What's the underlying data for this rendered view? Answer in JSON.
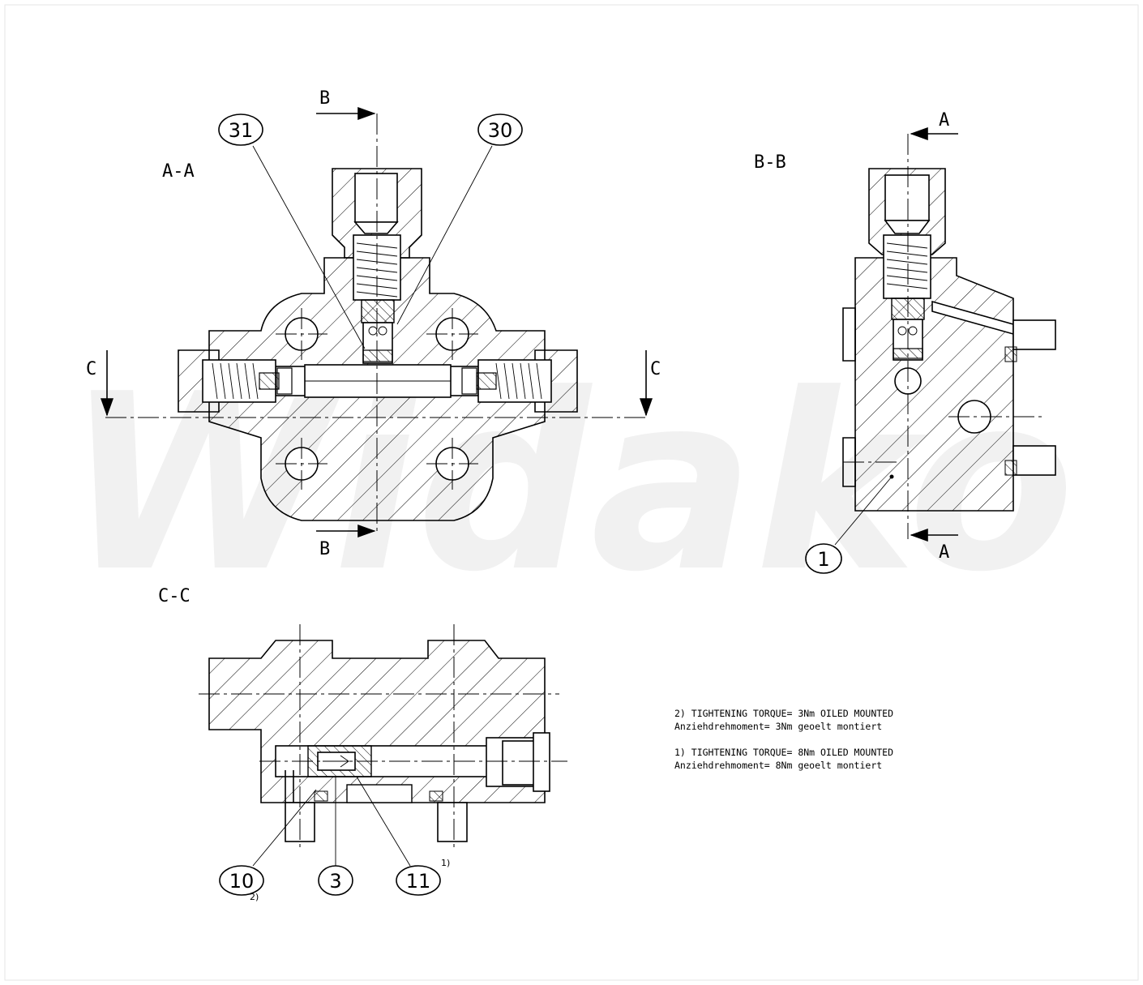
{
  "views": {
    "aa": "A-A",
    "bb": "B-B",
    "cc": "C-C"
  },
  "section_markers": {
    "b_top": "B",
    "b_bottom": "B",
    "a_top": "A",
    "a_bottom": "A",
    "c_left": "C",
    "c_right": "C"
  },
  "callouts": [
    {
      "id": "31",
      "note": ""
    },
    {
      "id": "30",
      "note": ""
    },
    {
      "id": "1",
      "note": ""
    },
    {
      "id": "10",
      "note": "2)"
    },
    {
      "id": "3",
      "note": ""
    },
    {
      "id": "11",
      "note": "1)"
    }
  ],
  "notes": [
    {
      "en": "2) TIGHTENING TORQUE= 3Nm OILED MOUNTED",
      "de": "Anziehdrehmoment= 3Nm geoelt montiert"
    },
    {
      "en": "1) TIGHTENING TORQUE= 8Nm OILED MOUNTED",
      "de": "Anziehdrehmoment= 8Nm geoelt montiert"
    }
  ],
  "watermark": "Widako"
}
